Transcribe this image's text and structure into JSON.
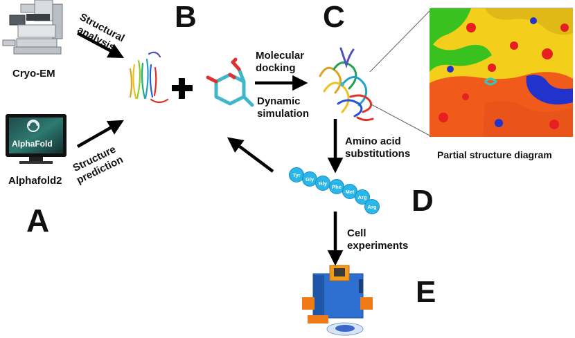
{
  "panels": {
    "a": "A",
    "b": "B",
    "c": "C",
    "d": "D",
    "e": "E"
  },
  "labels": {
    "cryo": "Cryo-EM",
    "alphafold_screen": "AlphaFold",
    "alphafold2": "Alphafold2",
    "structural_analysis": [
      "Structural",
      "analysis"
    ],
    "structure_prediction": [
      "Structure",
      "prediction"
    ],
    "molecular_docking": [
      "Molecular",
      "docking"
    ],
    "dynamic_simulation": [
      "Dynamic",
      "simulation"
    ],
    "amino_acid_substitutions": [
      "Amino acid",
      "substitutions"
    ],
    "cell_experiments": [
      "Cell",
      "experiments"
    ],
    "partial_structure": "Partial structure diagram"
  },
  "peptide": [
    "Tyr",
    "Gly",
    "Gly",
    "Phe",
    "Met",
    "Arg",
    "Arg"
  ],
  "colors": {
    "arrow": "#000000",
    "peptide_bead": "#29b6e8",
    "ligand": "#3fb7c8",
    "surface_yellow": "#f3cf1c",
    "surface_orange": "#f05a1a",
    "surface_red": "#e62020",
    "surface_green": "#39c21f",
    "surface_blue": "#2233cc"
  },
  "icons": {
    "microscope": "cryo-em-microscope-icon",
    "monitor": "monitor-icon",
    "plus": "plus-icon",
    "instrument": "lab-instrument-icon"
  }
}
